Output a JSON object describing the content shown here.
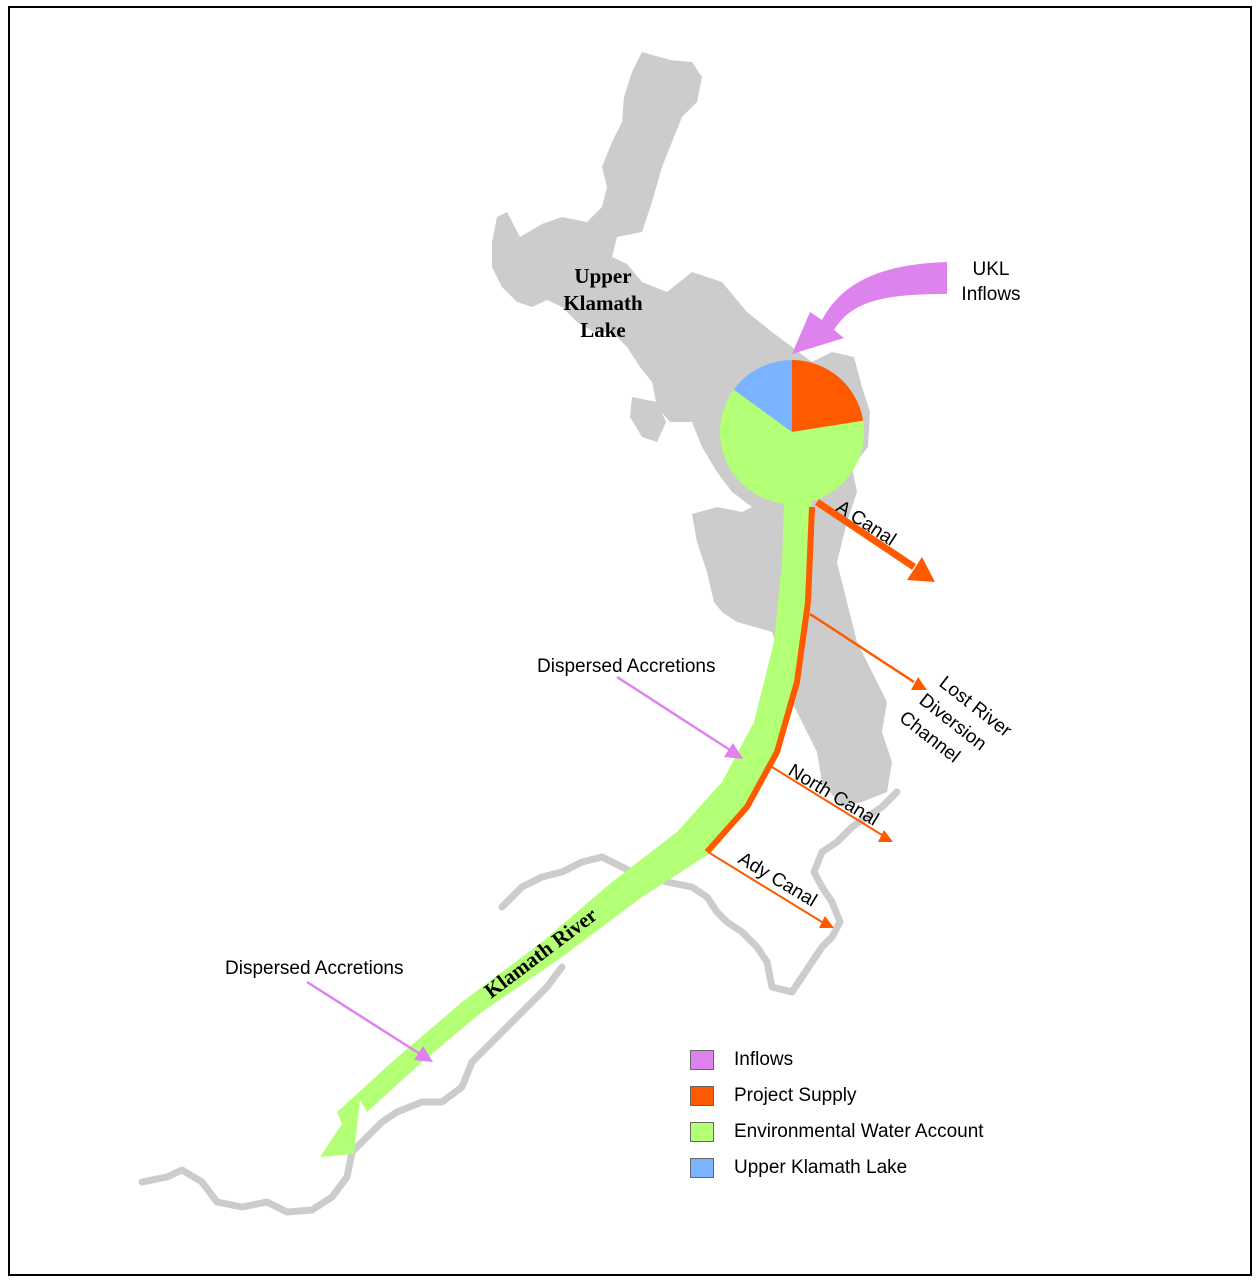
{
  "title": "",
  "labels": {
    "lake": [
      "Upper",
      "Klamath",
      "Lake"
    ],
    "ukl_inflows": [
      "UKL",
      "Inflows"
    ],
    "a_canal": "A Canal",
    "lost_river": [
      "Lost River",
      "Diversion",
      "Channel"
    ],
    "north_canal": "North Canal",
    "ady_canal": "Ady Canal",
    "dispersed_1": "Dispersed Accretions",
    "dispersed_2": "Dispersed Accretions",
    "river": "Klamath River"
  },
  "pie": {
    "slices": [
      {
        "legend": "project_supply",
        "fraction": 0.225
      },
      {
        "legend": "environmental_water_account",
        "fraction": 0.625
      },
      {
        "legend": "upper_klamath_lake",
        "fraction": 0.15
      }
    ]
  },
  "legend": {
    "items": [
      {
        "key": "inflows",
        "label": "Inflows",
        "color": "#de82ee"
      },
      {
        "key": "project_supply",
        "label": "Project Supply",
        "color": "#ff5a00"
      },
      {
        "key": "environmental_water_account",
        "label": "Environmental Water Account",
        "color": "#b3ff75"
      },
      {
        "key": "upper_klamath_lake",
        "label": "Upper Klamath Lake",
        "color": "#7ab3ff"
      }
    ]
  },
  "colors": {
    "land": "#cccccc",
    "inflow": "#de82ee",
    "project": "#ff5a00",
    "environmental": "#b3ff75",
    "lake": "#7ab3ff"
  }
}
